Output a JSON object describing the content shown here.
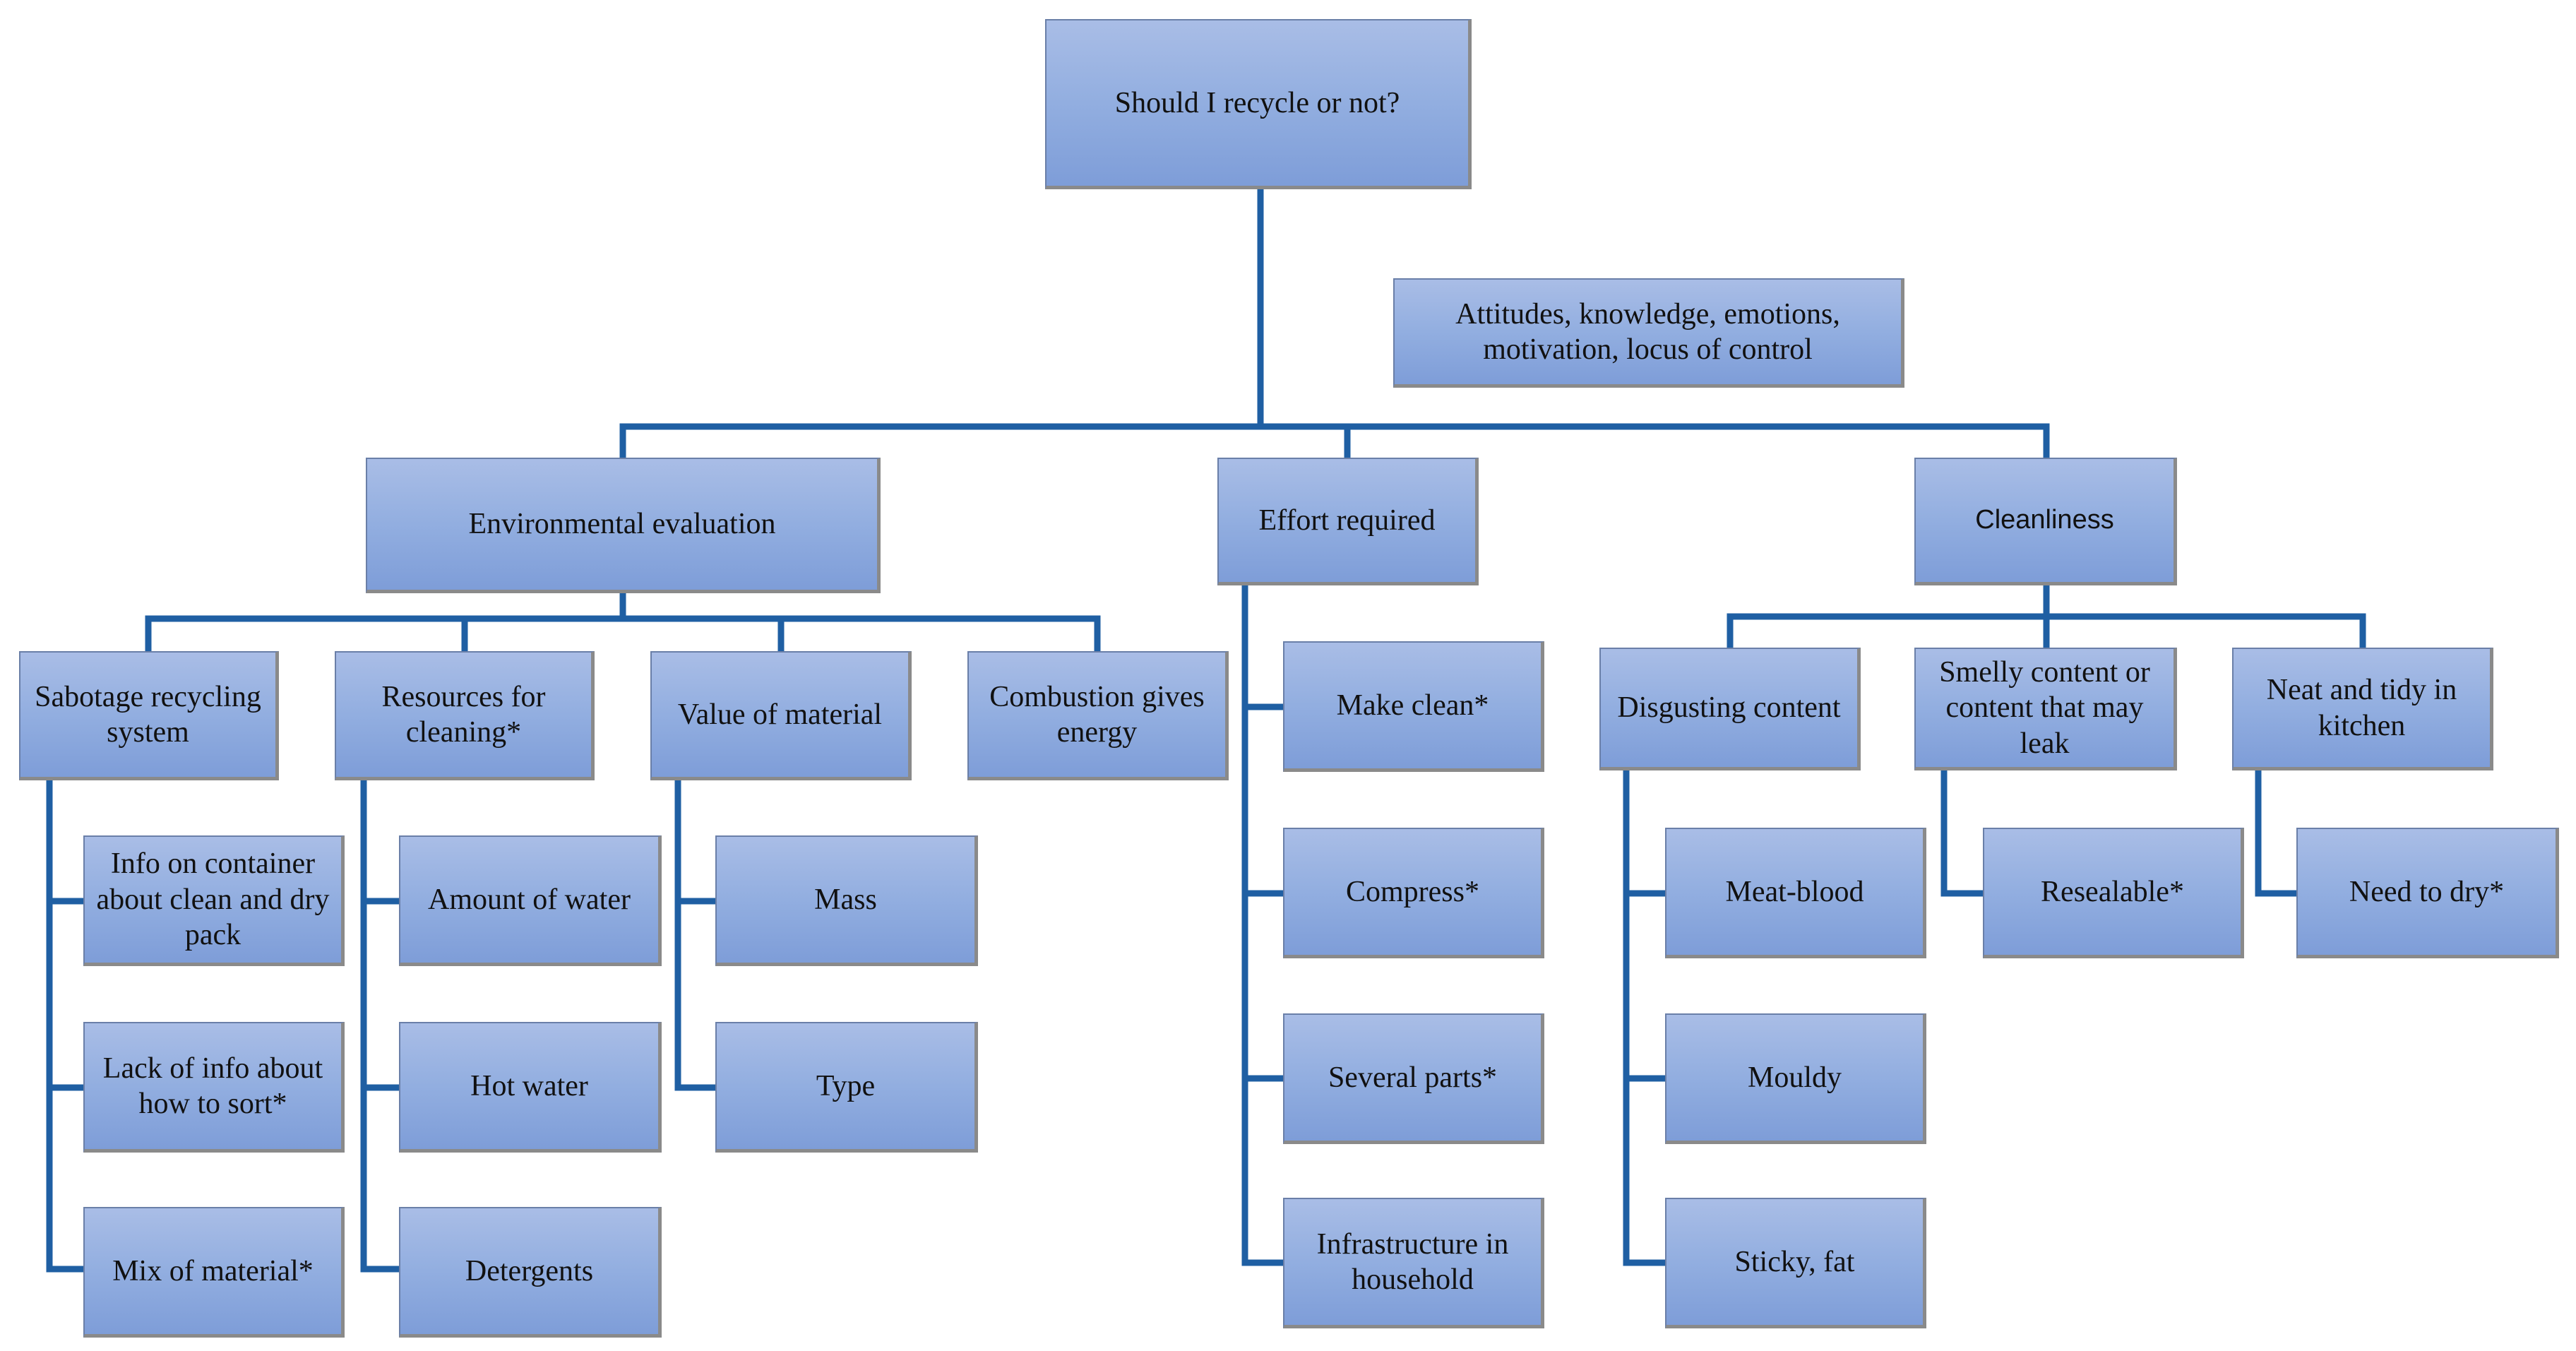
{
  "colors": {
    "connector": "#1f5fa3",
    "box_top": "#a9bde6",
    "box_bottom": "#7e9dd8",
    "box_border": "#6a7fa8",
    "shadow": "#8a8a8a"
  },
  "root": {
    "label": "Should I recycle or not?"
  },
  "factors": {
    "label": "Attitudes, knowledge, emotions, motivation, locus of control"
  },
  "environmental": {
    "label": "Environmental evaluation",
    "sabotage": {
      "label": "Sabotage recycling system",
      "items": [
        "Info on container about clean and dry pack",
        "Lack of info about how to sort*",
        "Mix of material*"
      ]
    },
    "resources": {
      "label": "Resources for cleaning*",
      "items": [
        "Amount of water",
        "Hot water",
        "Detergents"
      ]
    },
    "value": {
      "label": "Value of material",
      "items": [
        "Mass",
        "Type"
      ]
    },
    "combustion": {
      "label": "Combustion gives energy"
    }
  },
  "effort": {
    "label": "Effort required",
    "items": [
      "Make clean*",
      "Compress*",
      "Several parts*",
      "Infrastructure in household"
    ]
  },
  "cleanliness": {
    "label": "Cleanliness",
    "disgusting": {
      "label": "Disgusting content",
      "items": [
        "Meat-blood",
        "Mouldy",
        "Sticky, fat"
      ]
    },
    "smelly": {
      "label": "Smelly content or content that may leak",
      "items": [
        "Resealable*"
      ]
    },
    "neat": {
      "label": "Neat and tidy in kitchen",
      "items": [
        "Need to dry*"
      ]
    }
  }
}
